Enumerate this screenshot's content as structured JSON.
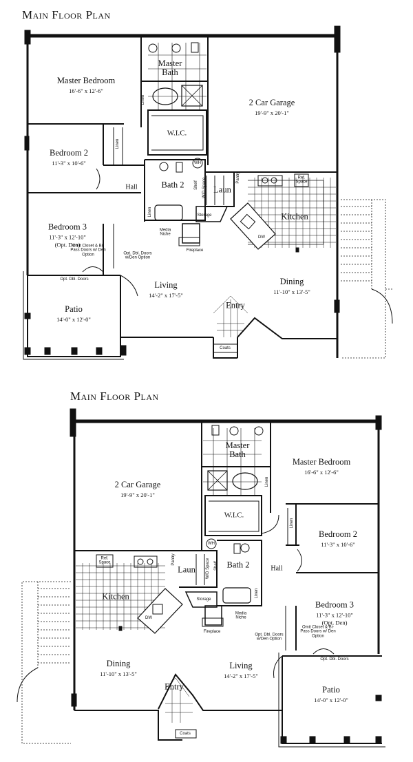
{
  "title": "Main Floor Plan",
  "rooms": {
    "master_bedroom": {
      "name": "Master Bedroom",
      "dims": "16'-6\" x 12'-6\""
    },
    "master_bath": {
      "name": "Master Bath"
    },
    "garage": {
      "name": "2 Car Garage",
      "dims": "19'-9\" x 20'-1\""
    },
    "wic": {
      "name": "W.I.C."
    },
    "bedroom2": {
      "name": "Bedroom 2",
      "dims": "11'-3\" x 10'-6\""
    },
    "bath2": {
      "name": "Bath 2"
    },
    "hall": {
      "name": "Hall"
    },
    "laun": {
      "name": "Laun"
    },
    "kitchen": {
      "name": "Kitchen"
    },
    "bedroom3": {
      "name": "Bedroom 3",
      "dims": "11'-3\" x 12'-10\"",
      "note": "(Opt. Den)"
    },
    "living": {
      "name": "Living",
      "dims": "14'-2\" x 17'-5\""
    },
    "dining": {
      "name": "Dining",
      "dims": "11'-10\" x 13'-5\""
    },
    "entry": {
      "name": "Entry"
    },
    "patio": {
      "name": "Patio",
      "dims": "14'-0\" x 12'-0\""
    }
  },
  "small_labels": {
    "linen": "Linen",
    "wh": "WH",
    "shelf": "Shelf",
    "wd_space": "W/D Space",
    "pantry": "Pantry",
    "ref_space": "Ref. Space",
    "storage": "Storage",
    "media_niche": "Media Niche",
    "fireplace": "Fireplace",
    "dw": "DW",
    "coats": "Coats",
    "omit_closet": "Omit Closet & Bi-Pass Doors w/ Den Option",
    "opt_dbl_doors_den": "Opt. Dbl. Doors w/Den Option",
    "opt_dbl_doors": "Opt. Dbl. Doors"
  }
}
